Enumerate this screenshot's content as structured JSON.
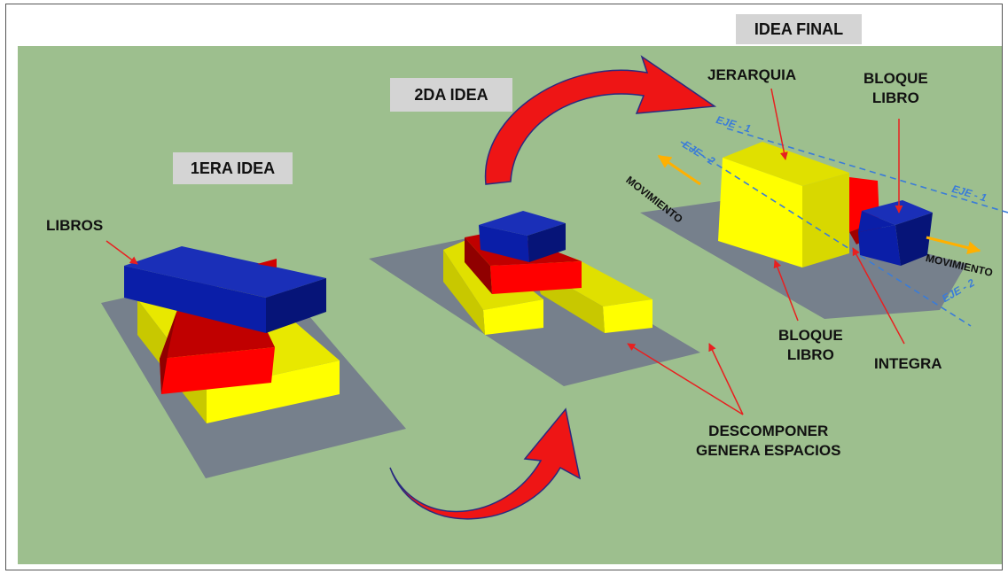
{
  "titles": {
    "idea1": "1ERA IDEA",
    "idea2": "2DA IDEA",
    "final": "IDEA FINAL"
  },
  "labels": {
    "libros": "LIBROS",
    "jerarquia": "JERARQUIA",
    "bloque_libro_top_1": "BLOQUE",
    "bloque_libro_top_2": "LIBRO",
    "bloque_libro_bottom_1": "BLOQUE",
    "bloque_libro_bottom_2": "LIBRO",
    "integra": "INTEGRA",
    "descomponer": "DESCOMPONER",
    "genera_espacios": "GENERA ESPACIOS",
    "movimiento_left": "MOVIMIENTO",
    "movimiento_right": "MOVIMIENTO",
    "eje1_a": "EJE - 1",
    "eje1_b": "EJE - 1",
    "eje2_a": "EJE - 2",
    "eje2_b": "EJE - 2"
  },
  "colors": {
    "background": "#9dbf8e",
    "yellow": "#ffff00",
    "red": "#e00000",
    "blue": "#0a1ea8",
    "shadow": "#76808c",
    "arrow": "#ff1010",
    "axis": "#3a7cd8",
    "movement_arrow": "#ffb000"
  }
}
